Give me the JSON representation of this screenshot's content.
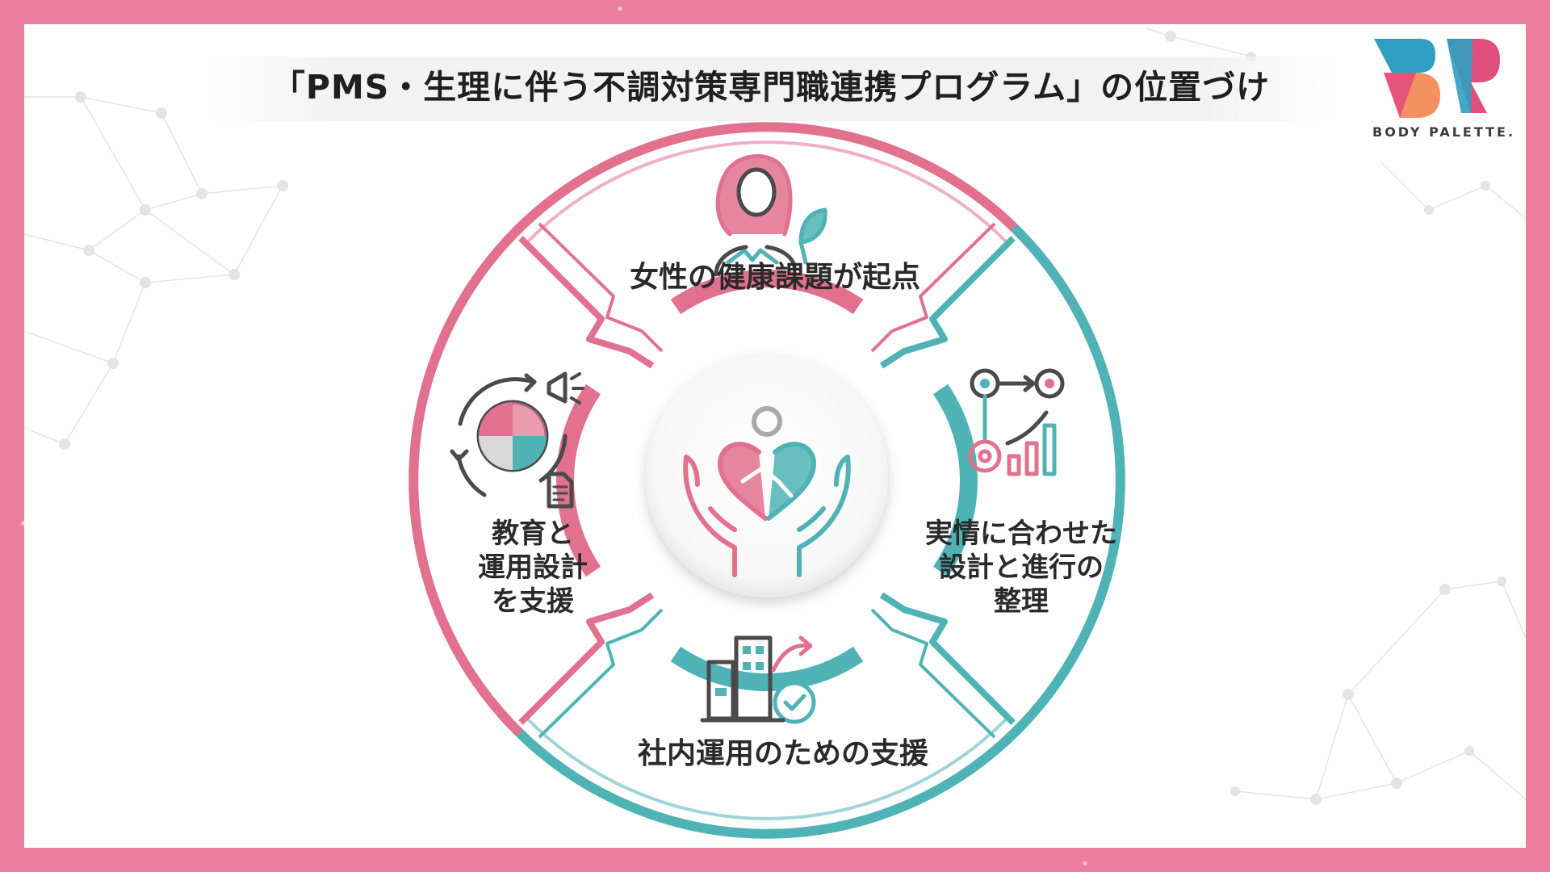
{
  "title": "「PMS・生理に伴う不調対策専門職連携プログラム」の位置づけ",
  "brand": {
    "name": "BODY PALETTE."
  },
  "diagram": {
    "segments": [
      {
        "position": "top",
        "label": "女性の健康課題が起点",
        "icon": "woman-leaf-icon",
        "color": "#e2708f"
      },
      {
        "position": "right",
        "label_lines": [
          "実情に合わせた",
          "設計と進行の",
          "整理"
        ],
        "icon": "gear-target-chart-icon",
        "color": "#4fb3b5"
      },
      {
        "position": "bottom",
        "label": "社内運用のための支援",
        "icon": "building-check-icon",
        "color": "#4fb3b5"
      },
      {
        "position": "left",
        "label_lines": [
          "教育と",
          "運用設計",
          "を支援"
        ],
        "icon": "puzzle-megaphone-icon",
        "color": "#e2708f"
      }
    ],
    "center_icon": "hands-heart-handshake-icon"
  },
  "colors": {
    "pink": "#e2708f",
    "teal": "#4fb3b5",
    "frame": "#ec7f9f"
  }
}
